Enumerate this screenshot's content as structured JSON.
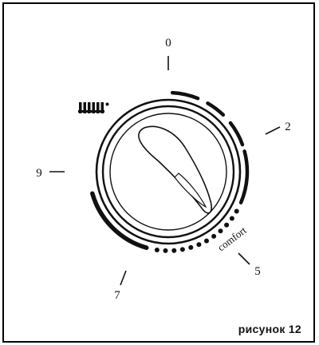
{
  "figure": {
    "labels": {
      "mark_0": "0",
      "mark_2": "2",
      "mark_5": "5",
      "mark_7": "7",
      "mark_9": "9",
      "comfort": "comfort"
    },
    "icon": "radiator-icon",
    "caption": "рисунок 12"
  }
}
